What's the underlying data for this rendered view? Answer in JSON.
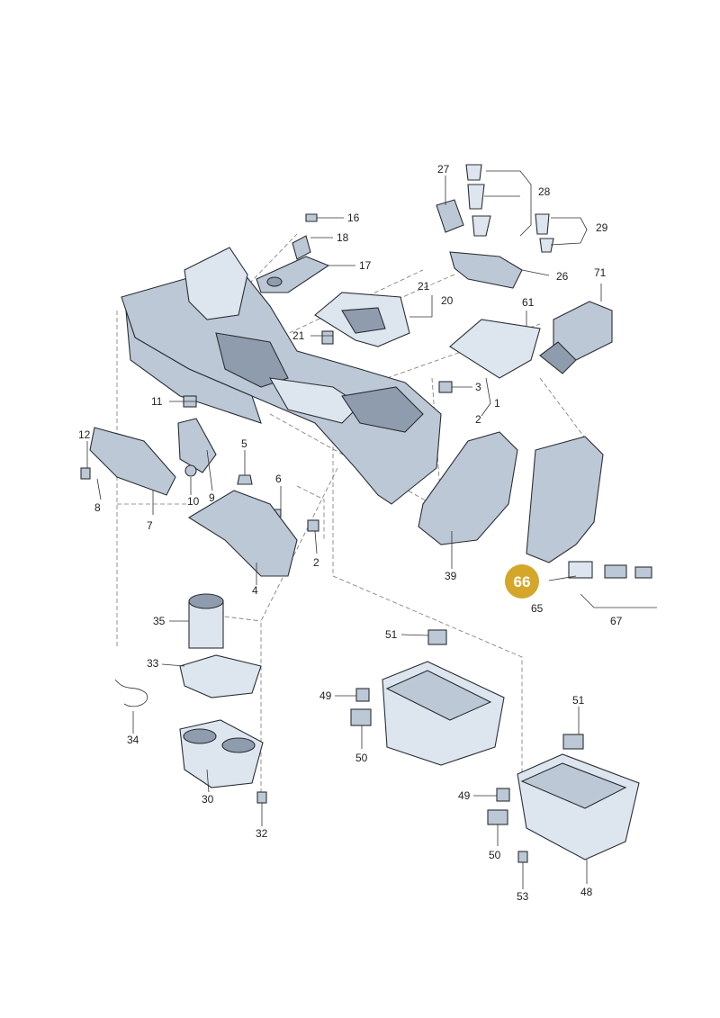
{
  "diagram": {
    "highlight": {
      "label": "66",
      "color": "#d4a62a"
    },
    "part_labels": [
      "1",
      "2",
      "2",
      "3",
      "4",
      "5",
      "6",
      "7",
      "8",
      "9",
      "10",
      "11",
      "12",
      "16",
      "17",
      "18",
      "20",
      "21",
      "21",
      "26",
      "27",
      "28",
      "29",
      "30",
      "32",
      "33",
      "34",
      "35",
      "39",
      "48",
      "49",
      "49",
      "50",
      "50",
      "51",
      "51",
      "53",
      "61",
      "65",
      "67",
      "71"
    ]
  }
}
